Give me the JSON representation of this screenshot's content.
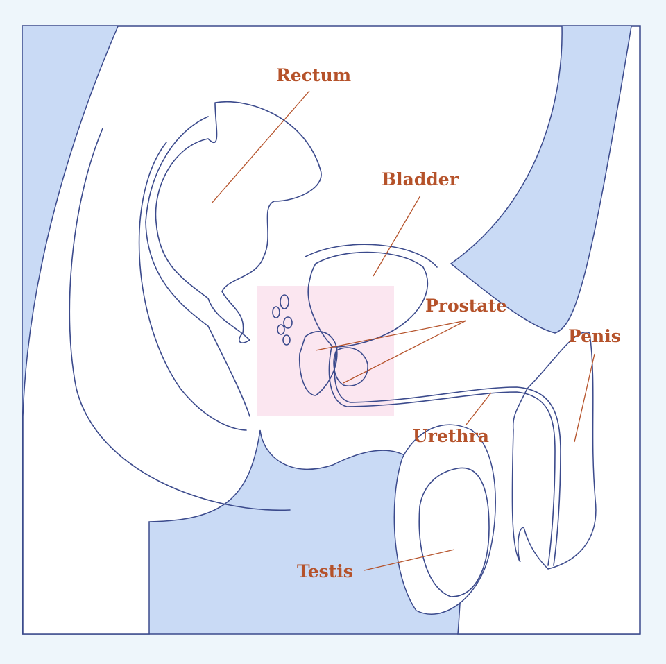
{
  "diagram": {
    "colors": {
      "background": "#eef6fb",
      "panel": "#c9daf5",
      "body": "#ffffff",
      "outline": "#3b4a8c",
      "highlight": "#fbe3ee",
      "label": "#b5522a"
    },
    "labels": {
      "rectum": "Rectum",
      "bladder": "Bladder",
      "prostate": "Prostate",
      "penis": "Penis",
      "urethra": "Urethra",
      "testis": "Testis"
    }
  }
}
